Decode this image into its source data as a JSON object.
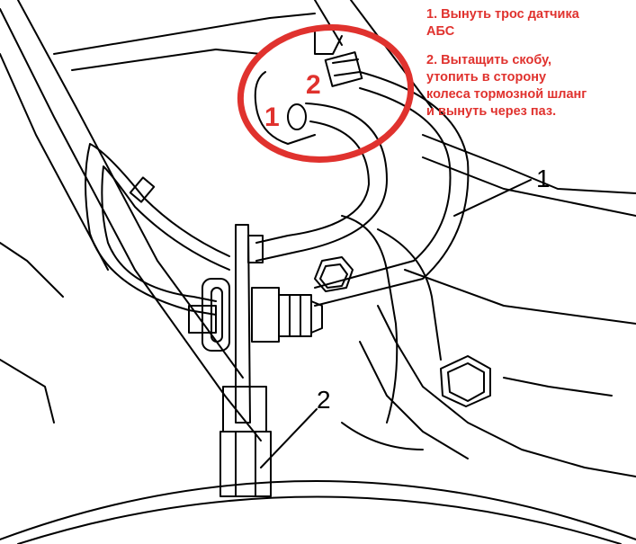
{
  "colors": {
    "annotation_red": "#e0322e",
    "line": "#000000",
    "background": "#ffffff"
  },
  "instructions": {
    "step1_lines": [
      "1. Вынуть трос датчика",
      "АБС"
    ],
    "step2_lines": [
      "2. Вытащить скобу,",
      "утопить в сторону",
      "колеса тормозной шланг",
      "и вынуть через паз."
    ]
  },
  "markers": {
    "red_1": "1",
    "red_2": "2"
  },
  "callouts": {
    "label_1": "1",
    "label_2": "2"
  }
}
